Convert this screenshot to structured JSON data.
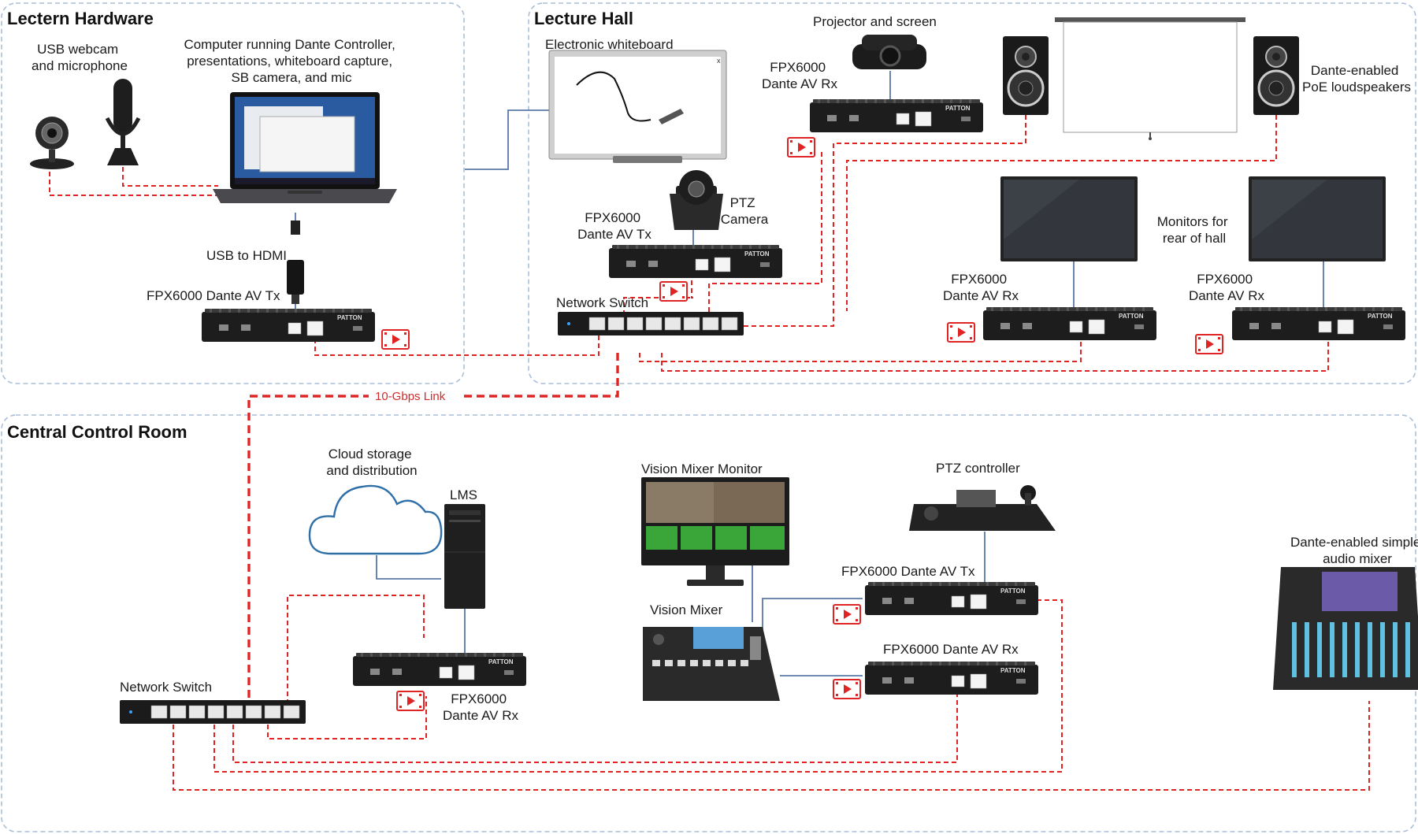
{
  "zones": {
    "lectern": "Lectern Hardware",
    "hall": "Lecture Hall",
    "control": "Central Control Room"
  },
  "labels": {
    "webcam": [
      "USB webcam",
      "and microphone"
    ],
    "computer": [
      "Computer running Dante Controller,",
      "presentations, whiteboard capture,",
      "SB camera, and mic"
    ],
    "usb_hdmi": "USB to HDMI",
    "lectern_tx": "FPX6000 Dante AV Tx",
    "whiteboard": "Electronic whiteboard",
    "projector": "Projector and screen",
    "proj_rx": [
      "FPX6000",
      "Dante AV Rx"
    ],
    "speakers": [
      "Dante-enabled",
      "PoE loudspeakers"
    ],
    "ptz_camera": [
      "PTZ",
      "Camera"
    ],
    "hall_tx": [
      "FPX6000",
      "Dante AV Tx"
    ],
    "hall_switch": "Network Switch",
    "monitors": [
      "Monitors for",
      "rear of hall"
    ],
    "mon_rx1": [
      "FPX6000",
      "Dante AV Rx"
    ],
    "mon_rx2": [
      "FPX6000",
      "Dante AV Rx"
    ],
    "link": "10-Gbps Link",
    "cloud": [
      "Cloud storage",
      "and distribution"
    ],
    "lms": "LMS",
    "lms_rx": [
      "FPX6000",
      "Dante AV Rx"
    ],
    "ctrl_switch": "Network Switch",
    "vm_monitor": "Vision Mixer Monitor",
    "vision_mixer": "Vision Mixer",
    "ptz_controller": "PTZ controller",
    "ctrl_tx": "FPX6000 Dante AV Tx",
    "ctrl_rx": "FPX6000 Dante AV Rx",
    "audio_mixer": [
      "Dante-enabled simple",
      "audio mixer"
    ]
  },
  "brand": "PATTON",
  "colors": {
    "dante_link": "#e02424",
    "hdmi_link": "#5a79a8",
    "zone_border": "#a9bfd8"
  }
}
